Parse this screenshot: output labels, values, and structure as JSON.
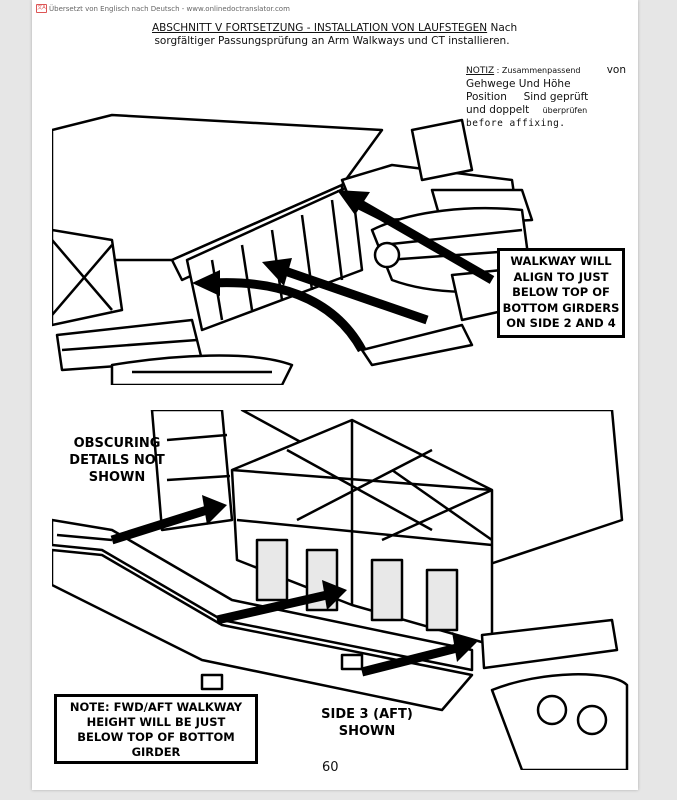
{
  "translator_banner": "Übersetzt von Englisch nach Deutsch - www.onlinedoctranslator.com",
  "heading": {
    "title_underlined": "ABSCHNITT V FORTSETZUNG - INSTALLATION VON LAUFSTEGEN",
    "title_tail": " Nach",
    "line2": "sorgfältiger Passungsprüfung an Arm Walkways und CT installieren."
  },
  "notiz": {
    "label": "NOTIZ",
    "colon_text": " : Zusammenpassend",
    "von": "von",
    "line2": "Gehwege    Und  Höhe",
    "line3_a": "Position",
    "line3_b": "Sind  geprüft",
    "line4_a": "und doppelt",
    "line4_b": "überprüfen",
    "line5": "before affixing."
  },
  "figure1": {
    "callout": [
      "WALKWAY WILL",
      "ALIGN TO JUST",
      "BELOW TOP OF",
      "BOTTOM GIRDERS",
      "ON SIDE 2 AND 4"
    ]
  },
  "figure2": {
    "obscuring": [
      "OBSCURING",
      "DETAILS NOT",
      "SHOWN"
    ],
    "side3": [
      "SIDE 3 (AFT)",
      "SHOWN"
    ],
    "note": [
      "NOTE: FWD/AFT WALKWAY",
      "HEIGHT WILL BE JUST",
      "BELOW TOP OF BOTTOM",
      "GIRDER"
    ]
  },
  "page_number": "60"
}
